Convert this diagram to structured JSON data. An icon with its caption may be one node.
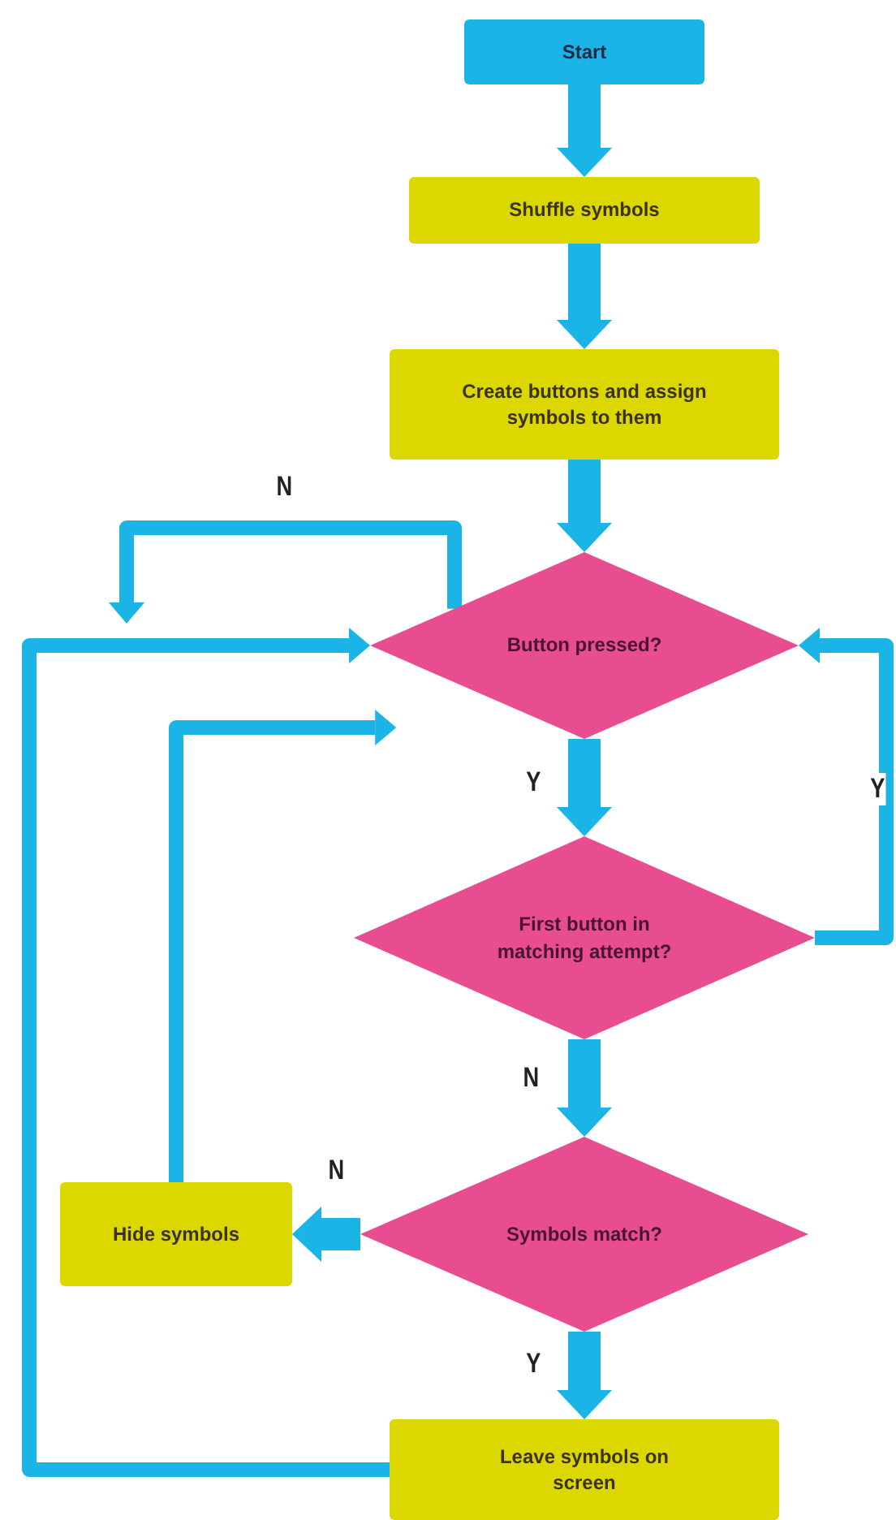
{
  "diagram": {
    "nodes": [
      {
        "text": [
          "Start"
        ]
      },
      {
        "text": [
          "Shuffle symbols"
        ]
      },
      {
        "text": [
          "Create buttons and assign symbols to them"
        ]
      },
      {
        "text": [
          "Button pressed?"
        ]
      },
      {
        "text": [
          "First button in matching attempt?"
        ]
      },
      {
        "text": [
          "Symbols match?"
        ]
      },
      {
        "text": [
          "Hide symbols"
        ]
      },
      {
        "text": [
          "Leave symbols on screen"
        ]
      }
    ],
    "edges": [
      {
        "from": 0,
        "to": 1,
        "arrow": "to"
      },
      {
        "from": 1,
        "to": 2,
        "arrow": "to"
      },
      {
        "from": 2,
        "to": 3,
        "arrow": "to"
      },
      {
        "from": 3,
        "to": null,
        "arrow": "to",
        "label": "N"
      },
      {
        "from": 3,
        "to": 4,
        "arrow": "to",
        "label": "Y"
      },
      {
        "from": 4,
        "to": 3,
        "arrow": "to",
        "label": "Y"
      },
      {
        "from": 4,
        "to": 5,
        "arrow": "to",
        "label": "N"
      },
      {
        "from": 5,
        "to": 6,
        "arrow": "to",
        "label": "N"
      },
      {
        "from": 5,
        "to": 7,
        "arrow": "to",
        "label": "Y"
      },
      {
        "from": 6,
        "to": 3,
        "arrow": "to"
      },
      {
        "from": 7,
        "to": 3,
        "arrow": "to"
      }
    ]
  }
}
